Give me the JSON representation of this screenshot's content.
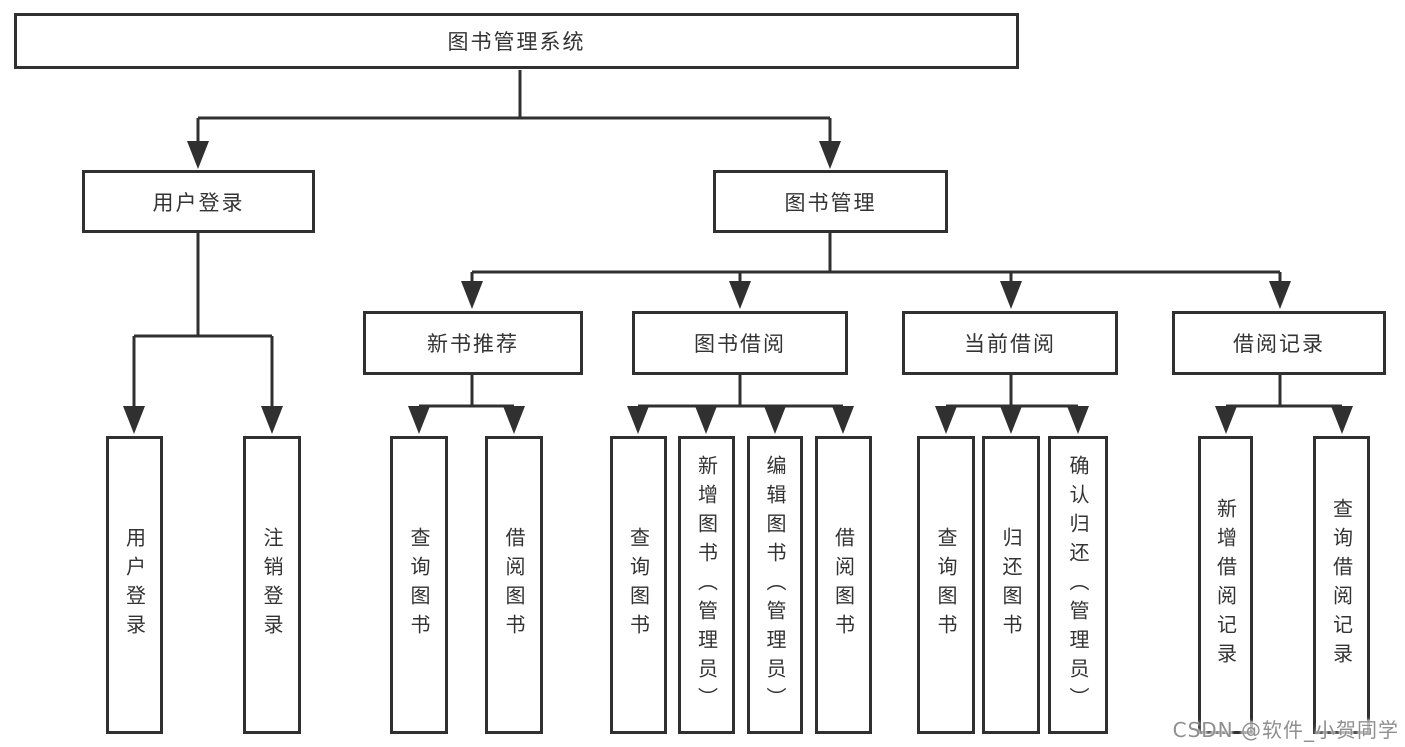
{
  "tree": {
    "root": "图书管理系统",
    "level2": [
      "用户登录",
      "图书管理"
    ],
    "level3": [
      "新书推荐",
      "图书借阅",
      "当前借阅",
      "借阅记录"
    ],
    "leaves": {
      "user_login": [
        "用户登录",
        "注销登录"
      ],
      "new_book": [
        "查询图书",
        "借阅图书"
      ],
      "book_borrow": [
        "查询图书",
        "新增图书（管理员）",
        "编辑图书（管理员）",
        "借阅图书"
      ],
      "current_borrow": [
        "查询图书",
        "归还图书",
        "确认归还（管理员）"
      ],
      "borrow_record": [
        "新增借阅记录",
        "查询借阅记录"
      ]
    }
  },
  "watermark": {
    "text": "CSDN @软件_小贺同学"
  },
  "colors": {
    "line": "#303030",
    "text": "#333333",
    "box_bg": "#ffffff",
    "watermark": "#8f8f8f"
  }
}
